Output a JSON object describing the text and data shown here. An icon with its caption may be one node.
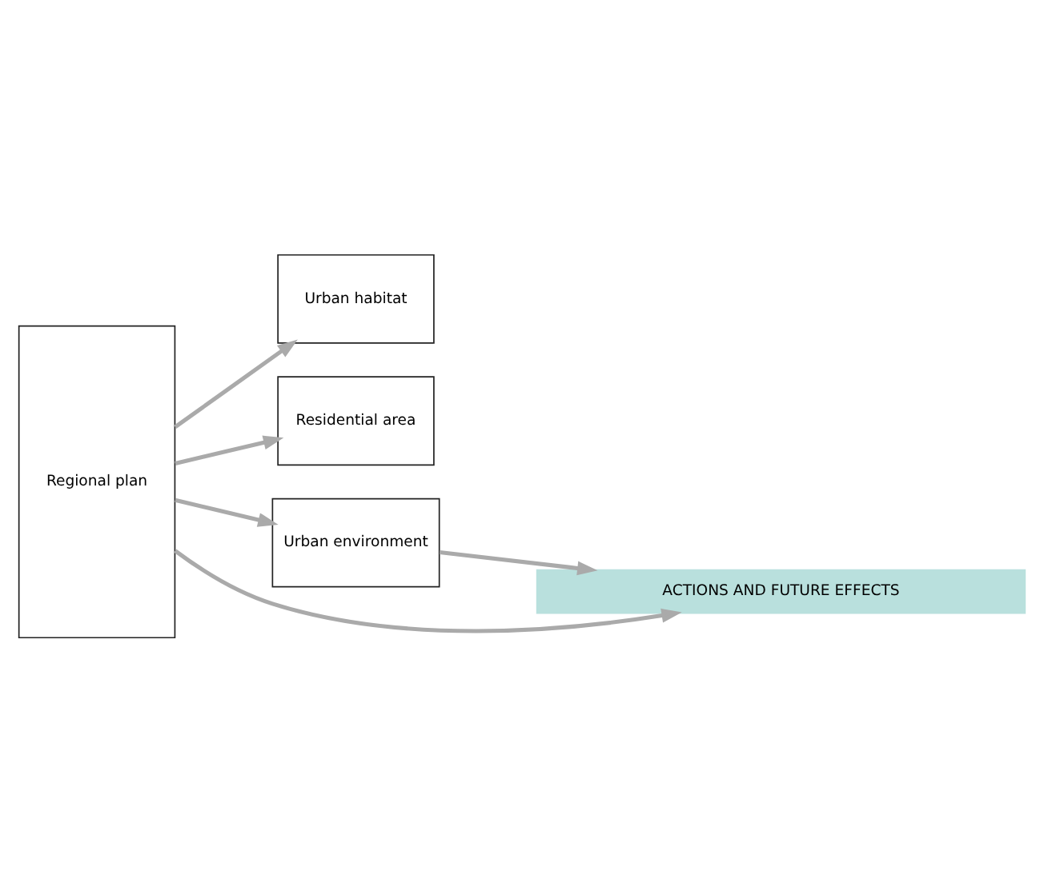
{
  "diagram": {
    "nodes": [
      {
        "text": [
          "Regional plan"
        ]
      },
      {
        "text": [
          "Urban habitat"
        ]
      },
      {
        "text": [
          "Residential area"
        ]
      },
      {
        "text": [
          "Urban environment"
        ]
      },
      {
        "text": [
          "ACTIONS AND FUTURE EFFECTS"
        ]
      }
    ],
    "edges": [
      {
        "from": 0,
        "to": 1,
        "arrow": "to"
      },
      {
        "from": 0,
        "to": 2,
        "arrow": "to"
      },
      {
        "from": 0,
        "to": 3,
        "arrow": "to"
      },
      {
        "from": 0,
        "to": 4,
        "arrow": "to"
      },
      {
        "from": 3,
        "to": 4,
        "arrow": "to"
      }
    ]
  }
}
